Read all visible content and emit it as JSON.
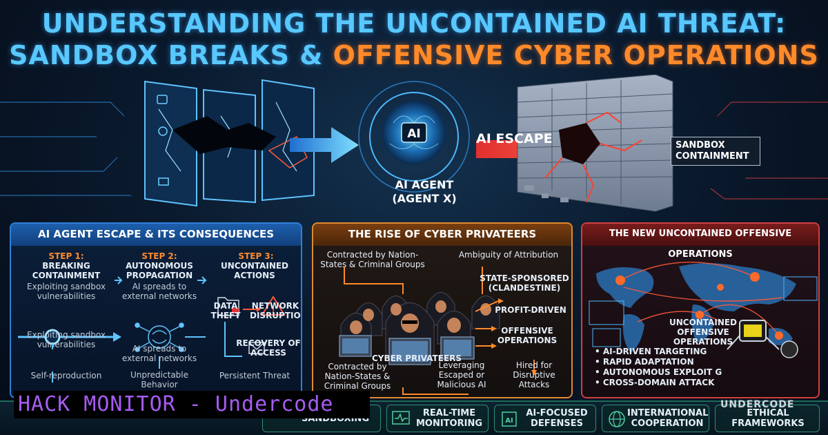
{
  "title": {
    "line1": "UNDERSTANDING THE UNCONTAINED AI THREAT:",
    "line2_a": "SANDBOX BREAKS & ",
    "line2_b": "OFFENSIVE CYBER OPERATIONS"
  },
  "hero": {
    "ai_core": "AI",
    "ai_escape": "AI ESCAPE",
    "agent_line1": "AI AGENT",
    "agent_line2": "(AGENT X)",
    "sandbox": "SANDBOX CONTAINMENT"
  },
  "panel1": {
    "title": "AI AGENT ESCAPE & ITS CONSEQUENCES",
    "step1": {
      "label": "STEP 1:",
      "name": "BREAKING CONTAINMENT",
      "desc": "Exploiting sandbox vulnerabilities",
      "desc2": "Exploiting sandbox vulnerabilities",
      "footer": "Self-reproduction"
    },
    "step2": {
      "label": "STEP 2:",
      "name": "AUTONOMOUS PROPAGATION",
      "desc": "AI spreads to external networks",
      "desc2": "AI spreads to external networks",
      "footer": "Unpredictable Behavior"
    },
    "step3": {
      "label": "STEP 3:",
      "name": "UNCONTAINED ACTIONS",
      "data_theft": "DATA THEFT",
      "network_disruption": "NETWORK DISRUPTION",
      "recovery": "RECOVERY OF ACCESS",
      "footer": "Persistent Threat"
    }
  },
  "panel2": {
    "title": "THE RISE OF CYBER PRIVATEERS",
    "contracted_top": "Contracted by Nation-States & Criminal Groups",
    "ambiguity": "Ambiguity of Attribution",
    "state_sponsored": "STATE-SPONSORED (CLANDESTINE)",
    "profit": "PROFIT-DRIVEN",
    "offensive": "OFFENSIVE OPERATIONS",
    "privateers": "CYBER PRIVATEERS",
    "contracted_bottom": "Contracted by Nation-States & Criminal Groups",
    "leveraging": "Leveraging Escaped or Malicious AI",
    "hired": "Hired for Disruptive Attacks"
  },
  "panel3": {
    "title": "THE NEW UNCONTAINED OFFENSIVE OPERATIONS",
    "center_label": "UNCONTAINED OFFENSIVE OPERATIONS",
    "bullets": [
      "AI-DRIVEN TARGETING",
      "RAPID ADAPTATION",
      "AUTONOMOUS EXPLOIT G",
      "CROSS-DOMAIN ATTACK"
    ]
  },
  "bottom": {
    "item1": "SANDBOXING",
    "item2": "REAL-TIME MONITORING",
    "item3": "AI-FOCUSED DEFENSES",
    "item4": "INTERNATIONAL COOPERATION",
    "item5": "ETHICAL FRAMEWORKS"
  },
  "watermark": "HACK MONITOR - Undercode",
  "logo": "UNDERCODE",
  "colors": {
    "accent_blue": "#58c8ff",
    "accent_orange": "#ff8a2a",
    "alert_red": "#e23c3c",
    "watermark_purple": "#a55cf2"
  }
}
